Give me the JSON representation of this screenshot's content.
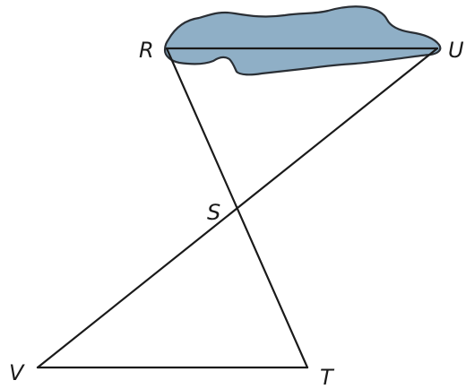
{
  "diagram": {
    "points": {
      "R": "R",
      "U": "U",
      "S": "S",
      "V": "V",
      "T": "T"
    },
    "colors": {
      "lake_fill": "#8fafc6",
      "lake_stroke": "#2a2f35",
      "line": "#1a1a1a"
    }
  }
}
